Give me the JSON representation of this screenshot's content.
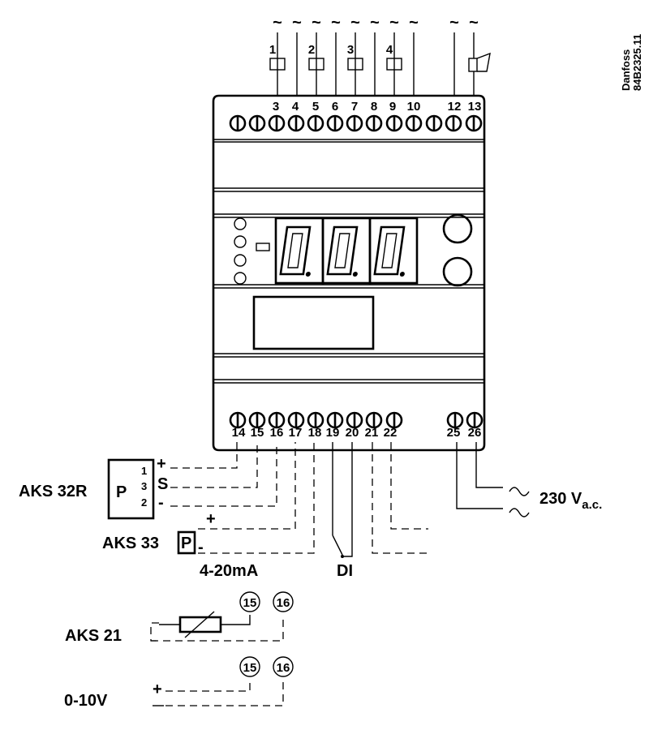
{
  "brand_code": [
    "Danfoss",
    "84B2325.11"
  ],
  "top_terminals": [
    "3",
    "4",
    "5",
    "6",
    "7",
    "8",
    "9",
    "10",
    "12",
    "13"
  ],
  "relay_numbers": [
    "1",
    "2",
    "3",
    "4"
  ],
  "ac_symbol": "~",
  "bottom_terminals_left": [
    "14",
    "15",
    "16",
    "17",
    "18",
    "19",
    "20",
    "21",
    "22"
  ],
  "bottom_terminals_right": [
    "25",
    "26"
  ],
  "display_digits": [
    "0.",
    "0.",
    "0."
  ],
  "aks32r": {
    "label": "AKS 32R",
    "box_letter": "P",
    "pins": [
      "1",
      "3",
      "2"
    ],
    "signals": [
      "+",
      "S",
      "-"
    ]
  },
  "aks33": {
    "label": "AKS 33",
    "box_letter": "P",
    "signals": [
      "+",
      "-"
    ]
  },
  "current_label": "4-20mA",
  "di_label": "DI",
  "supply": {
    "voltage": "230 V",
    "subscript": "a.c."
  },
  "aks21": {
    "label": "AKS 21",
    "terminals": [
      "15",
      "16"
    ]
  },
  "voltage_input": {
    "label": "0-10V",
    "plus": "+",
    "terminals": [
      "15",
      "16"
    ]
  }
}
